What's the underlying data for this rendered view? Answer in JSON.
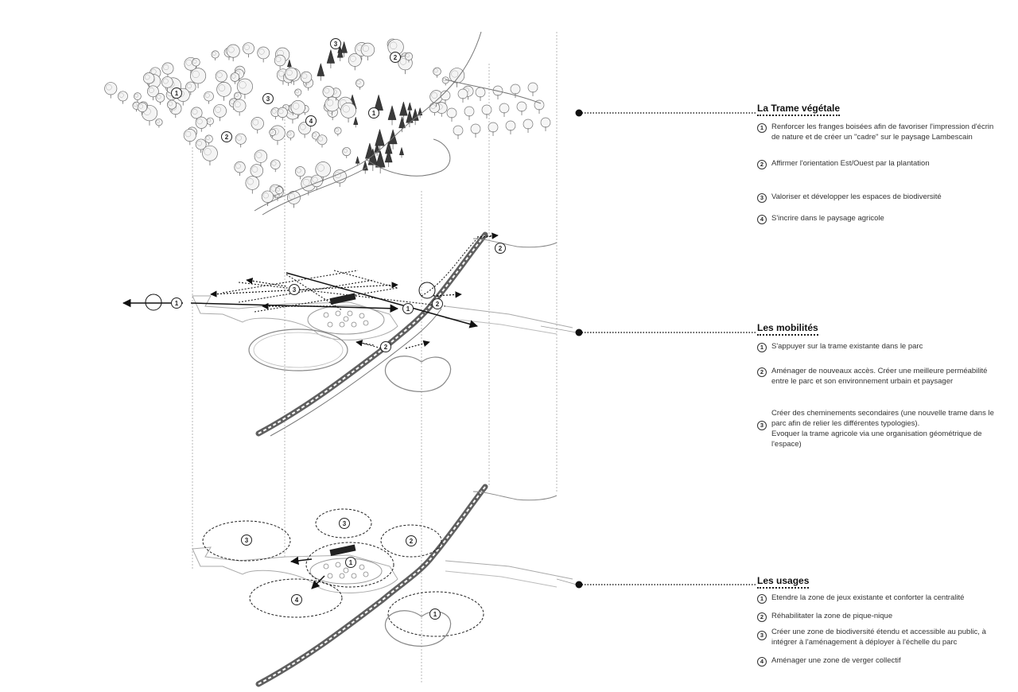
{
  "sections": [
    {
      "id": "vegetation",
      "title": "La Trame végétale",
      "items": [
        {
          "num": "1",
          "text": "Renforcer les franges boisées afin de favoriser l'impression d'écrin\nde nature et de créer un \"cadre\" sur le paysage Lambescain"
        },
        {
          "num": "2",
          "text": "Affirmer l'orientation Est/Ouest par la plantation"
        },
        {
          "num": "3",
          "text": "Valoriser et développer les espaces de biodiversité"
        },
        {
          "num": "4",
          "text": "S'incrire dans le paysage agricole"
        }
      ]
    },
    {
      "id": "mobilities",
      "title": "Les mobilités",
      "items": [
        {
          "num": "1",
          "text": "S'appuyer sur la trame existante dans le parc"
        },
        {
          "num": "2",
          "text": "Aménager de nouveaux accès. Créer une meilleure perméabilité\nentre le parc et son environnement urbain et paysager"
        },
        {
          "num": "3",
          "text": "Créer des cheminements secondaires (une nouvelle trame dans le\nparc afin de relier les différentes typologies).\nEvoquer la trame agricole via une organisation géométrique de\nl'espace)"
        }
      ]
    },
    {
      "id": "usages",
      "title": "Les usages",
      "items": [
        {
          "num": "1",
          "text": "Etendre la zone de jeux existante et conforter la centralité"
        },
        {
          "num": "2",
          "text": "Réhabilitater la zone de pique-nique"
        },
        {
          "num": "3",
          "text": "Créer une zone de biodiversité étendu et accessible au public, à\nintégrer à l'aménagement à déployer à l'échelle du parc"
        },
        {
          "num": "4",
          "text": "Aménager une zone de verger collectif"
        }
      ]
    }
  ],
  "diagram_markers": {
    "vegetation": [
      "1",
      "1",
      "2",
      "2",
      "3",
      "3",
      "4"
    ],
    "mobilities": [
      "1",
      "1",
      "2",
      "2",
      "2",
      "3"
    ],
    "usages": [
      "1",
      "1",
      "2",
      "3",
      "3",
      "4"
    ]
  },
  "colors": {
    "ink": "#222222",
    "line": "#9a9a9a",
    "tree": "#6e6e6e",
    "tree_dark": "#3a3a3a",
    "road": "#555555"
  }
}
